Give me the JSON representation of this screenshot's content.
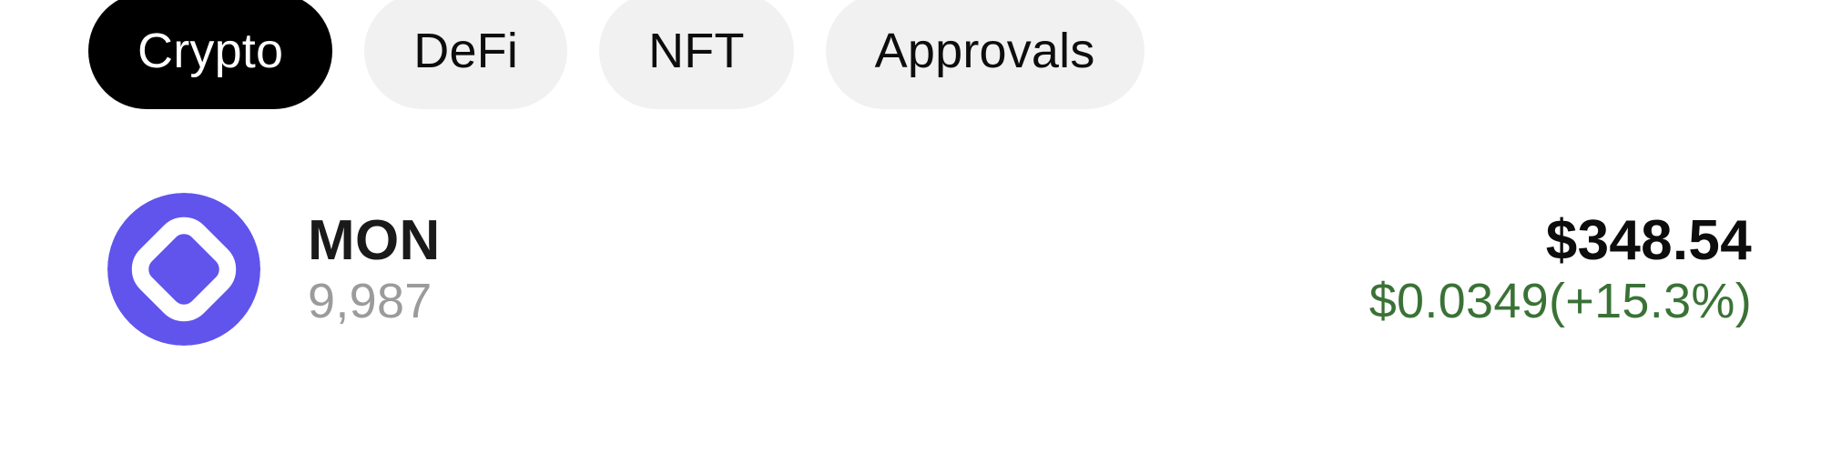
{
  "tabs": {
    "items": [
      {
        "id": "crypto",
        "label": "Crypto",
        "active": true
      },
      {
        "id": "defi",
        "label": "DeFi",
        "active": false
      },
      {
        "id": "nft",
        "label": "NFT",
        "active": false
      },
      {
        "id": "approvals",
        "label": "Approvals",
        "active": false
      }
    ],
    "active_background": "#000000",
    "active_text": "#ffffff",
    "inactive_background": "#f1f1f1",
    "inactive_text": "#0d0d0d"
  },
  "token_list": {
    "rows": [
      {
        "icon_name": "mon-token-icon",
        "icon_color": "#6054ED",
        "symbol": "MON",
        "balance": "9,987",
        "value": "$348.54",
        "change": "$0.0349(+15.3%)",
        "change_color": "#3a7236",
        "balance_color": "#9b9b9b"
      }
    ]
  }
}
